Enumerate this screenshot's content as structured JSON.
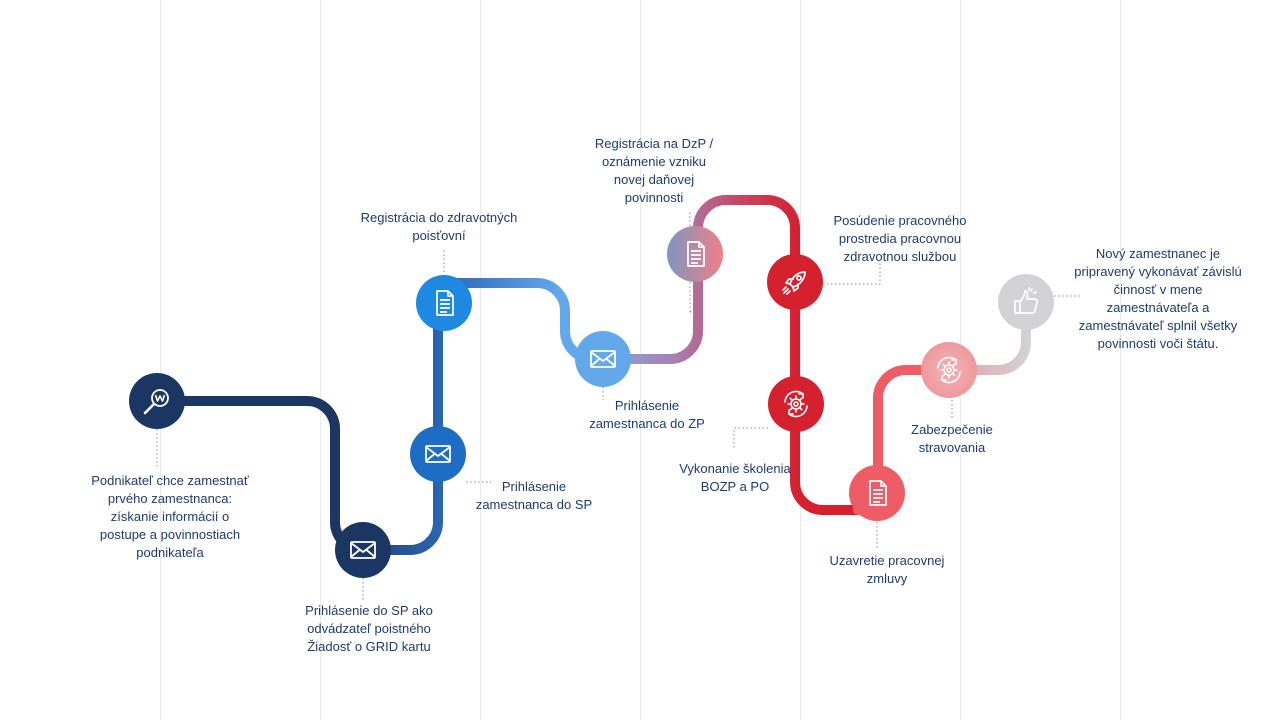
{
  "colors": {
    "navy": "#1c3663",
    "mid_blue": "#2b67b3",
    "bright_blue": "#1f88e0",
    "light_blue": "#63a8ea",
    "slate": "#7c90b4",
    "red": "#d5202e",
    "coral": "#ee5d66",
    "pink": "#f08a90",
    "light_grey": "#d3d3d6",
    "label": "#1f3b73"
  },
  "steps": [
    {
      "id": "start",
      "icon": "search-w-icon",
      "lines": [
        "Podnikateľ chce zamestnať",
        "prvého zamestnanca:",
        "získanie informácií o",
        "postupe a povinnostiach",
        "podnikateľa"
      ]
    },
    {
      "id": "sp-registration",
      "icon": "envelope-icon",
      "lines": [
        "Prihlásenie do SP ako",
        "odvádzateľ poistného",
        "Žiadosť o GRID kartu"
      ]
    },
    {
      "id": "sp-employee",
      "icon": "envelope-icon",
      "lines": [
        "Prihlásenie",
        "zamestnanca do SP"
      ]
    },
    {
      "id": "health-registration",
      "icon": "document-icon",
      "lines": [
        "Registrácia do zdravotných",
        "poisťovní"
      ]
    },
    {
      "id": "zp-employee",
      "icon": "envelope-icon",
      "lines": [
        "Prihlásenie",
        "zamestnanca do ZP"
      ]
    },
    {
      "id": "tax-registration",
      "icon": "document-icon",
      "lines": [
        "Registrácia na DzP /",
        "oznámenie vzniku",
        "novej daňovej",
        "povinnosti"
      ]
    },
    {
      "id": "work-assessment",
      "icon": "rocket-icon",
      "lines": [
        "Posúdenie pracovného",
        "prostredia pracovnou",
        "zdravotnou službou"
      ]
    },
    {
      "id": "bozp-training",
      "icon": "gear-cycle-icon",
      "lines": [
        "Vykonanie školenia",
        "BOZP a  PO"
      ]
    },
    {
      "id": "contract",
      "icon": "document-icon",
      "lines": [
        "Uzavretie pracovnej",
        "zmluvy"
      ]
    },
    {
      "id": "meals",
      "icon": "gear-cycle-icon",
      "lines": [
        "Zabezpečenie",
        "stravovania"
      ]
    },
    {
      "id": "ready",
      "icon": "thumbs-up-icon",
      "lines": [
        "Nový zamestnanec je",
        "pripravený vykonávať závislú",
        "činnosť v mene",
        "zamestnávateľa a",
        "zamestnávateľ splnil všetky",
        "povinnosti voči štátu."
      ]
    }
  ]
}
